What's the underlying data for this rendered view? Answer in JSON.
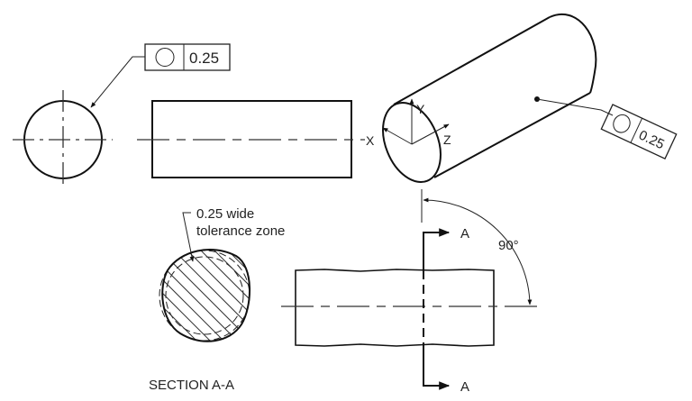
{
  "fcf_left": {
    "symbol": "circularity-icon",
    "tolerance": "0.25"
  },
  "fcf_iso": {
    "symbol": "circularity-icon",
    "tolerance": "0.25"
  },
  "axes": {
    "x": "X",
    "y": "Y",
    "z": "Z"
  },
  "section": {
    "note_line1": "0.25 wide",
    "note_line2": "tolerance zone",
    "title": "SECTION A-A"
  },
  "cutting_plane": {
    "top_label": "A",
    "bottom_label": "A"
  },
  "angle": {
    "label": "90°"
  }
}
